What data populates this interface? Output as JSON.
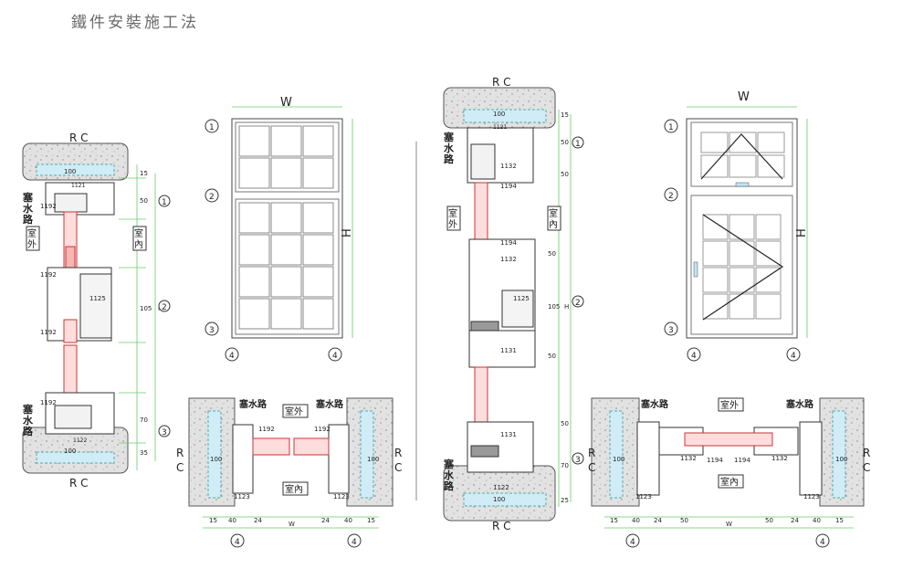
{
  "title": "鐵件安裝施工法",
  "labels": {
    "rc": "R C",
    "r": "R",
    "c": "C",
    "w": "W",
    "h": "H",
    "drain": "塞水路",
    "drain_v1": "塞",
    "drain_v2": "水",
    "drain_v3": "路",
    "outside": "室外",
    "outside_v1": "室",
    "outside_v2": "外",
    "inside": "室內",
    "inside_v1": "室",
    "inside_v2": "內"
  },
  "markers": {
    "m1": "1",
    "m2": "2",
    "m3": "3",
    "m4": "4"
  },
  "parts": {
    "p1121": "1121",
    "p1192": "1192",
    "p1125": "1125",
    "p1122": "1122",
    "p1123": "1123",
    "p1132": "1132",
    "p1194": "1194",
    "p1131": "1131"
  },
  "dims": {
    "d100": "100",
    "d15": "15",
    "d50": "50",
    "d105": "105",
    "d70": "70",
    "d35": "35",
    "d25": "25",
    "d40": "40",
    "d24": "24"
  }
}
